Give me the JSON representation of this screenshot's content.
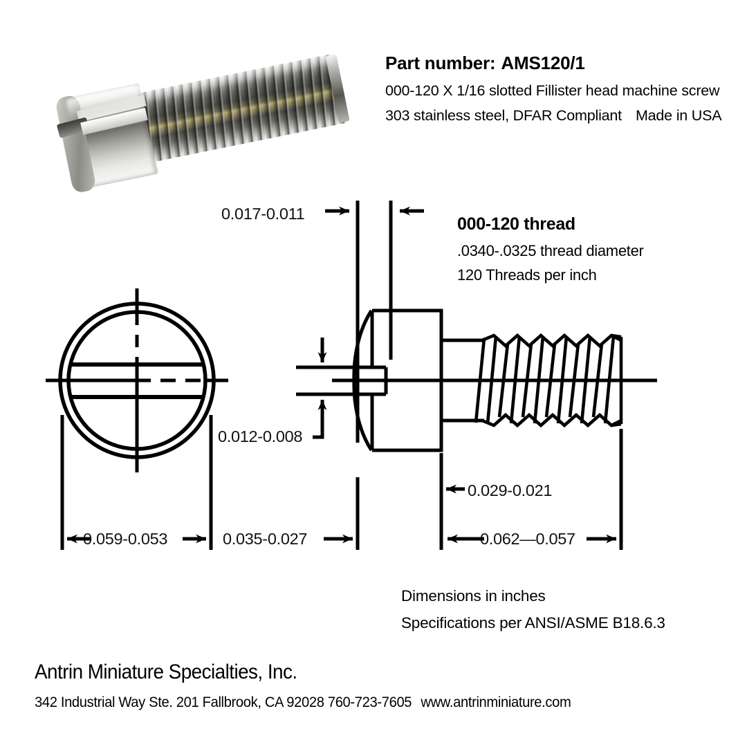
{
  "header": {
    "part_label": "Part number:",
    "part_number": "AMS120/1",
    "description": "000-120 X 1/16 slotted Fillister head machine screw",
    "material": "303 stainless steel, DFAR Compliant",
    "origin": "Made in USA"
  },
  "thread_note": {
    "title": "000-120 thread",
    "diameter": ".0340-.0325 thread diameter",
    "pitch": "120 Threads per inch"
  },
  "dimensions": {
    "head_height": "0.017-0.011",
    "slot_width": "0.012-0.008",
    "head_diameter": "0.059-0.053",
    "head_thickness": "0.035-0.027",
    "shank_diameter": "0.029-0.021",
    "thread_length": "0.062—0.057"
  },
  "specs": {
    "units": "Dimensions in inches",
    "standard": "Specifications per ANSI/ASME B18.6.3"
  },
  "footer": {
    "company": "Antrin Miniature Specialties, Inc.",
    "address": "342 Industrial Way Ste. 201 Fallbrook, CA  92028  760-723-7605",
    "website": "www.antrinminiature.com"
  },
  "colors": {
    "line": "#000000",
    "background": "#ffffff",
    "text": "#111111"
  },
  "drawing": {
    "end_view_name": "end-view-circle",
    "side_view_name": "side-view-profile"
  }
}
